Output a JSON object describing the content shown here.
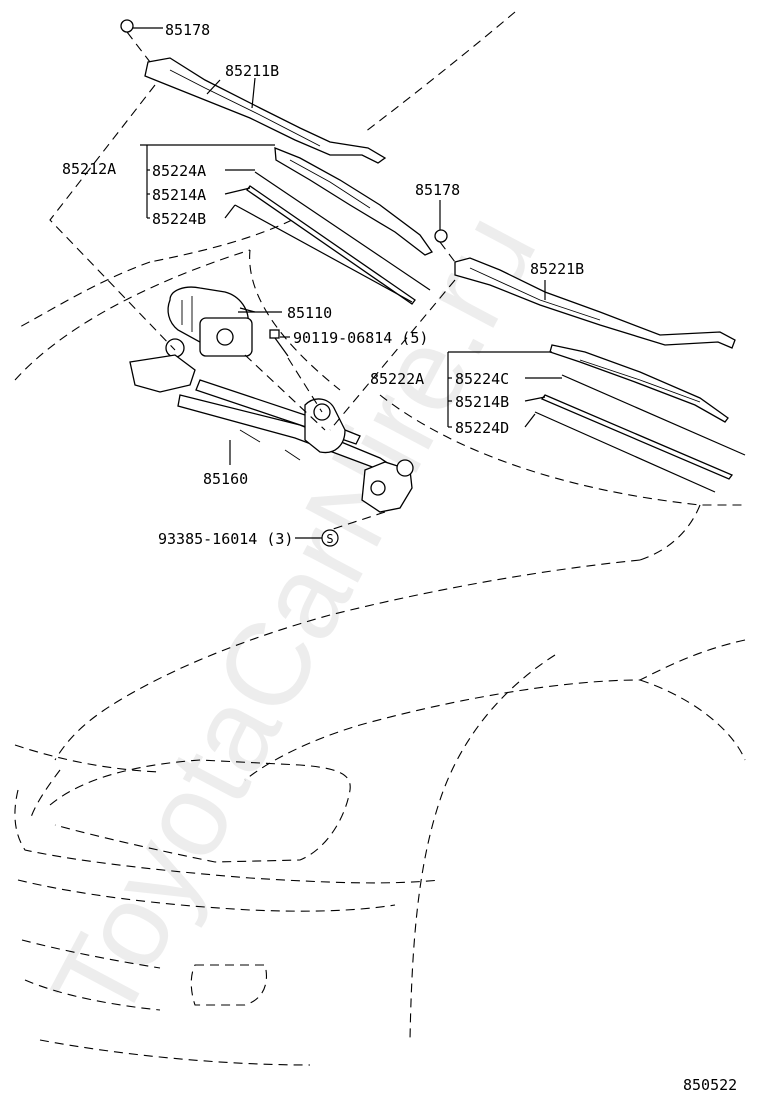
{
  "watermark": "ToyotaCarNire.ru",
  "figure_code": "850522",
  "labels": {
    "cap_left": "85178",
    "arm_left": "85211B",
    "blade_left": "85212A",
    "rubber_left_outer": "85224A",
    "backing_left": "85214A",
    "rubber_left_inner": "85224B",
    "motor": "85110",
    "motor_bolt": "90119-06814 (5)",
    "cap_right": "85178",
    "arm_right": "85221B",
    "blade_right": "85222A",
    "rubber_right_outer": "85224C",
    "backing_right": "85214B",
    "rubber_right_inner": "85224D",
    "link": "85160",
    "link_bolt": "93385-16014 (3)",
    "s_mark": "S"
  }
}
